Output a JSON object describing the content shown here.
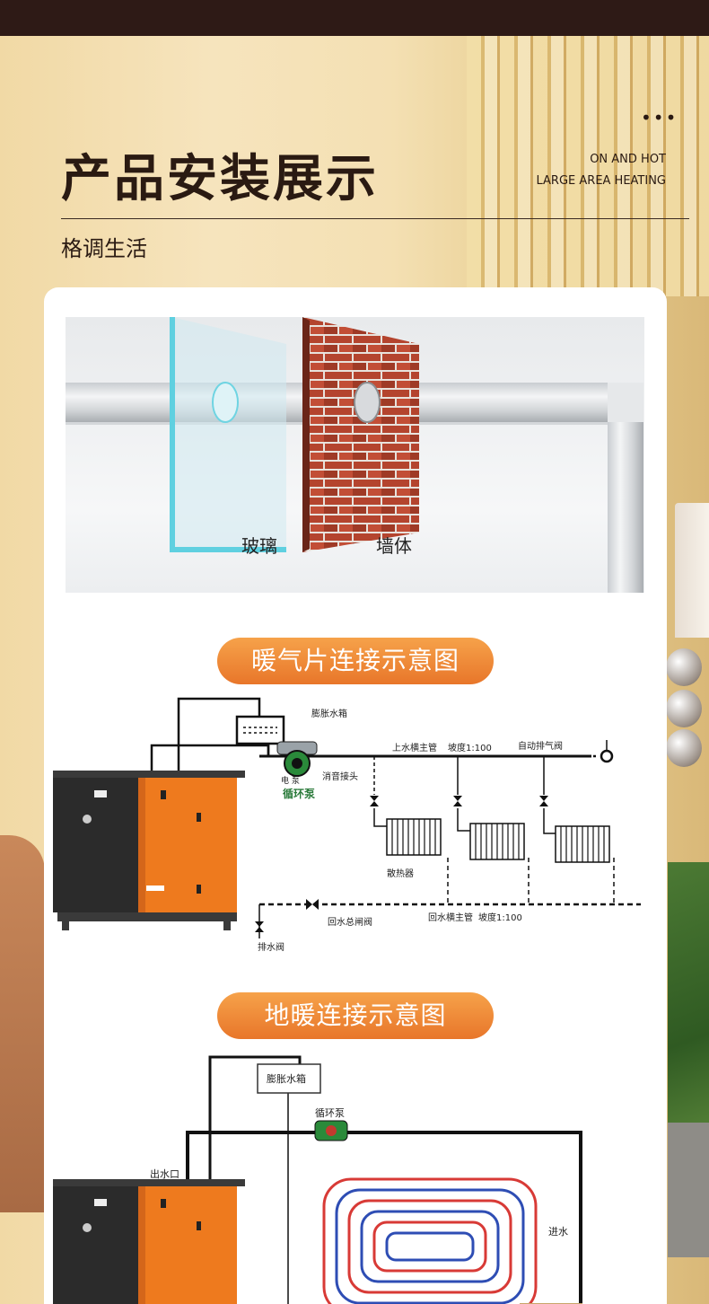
{
  "header": {
    "title": "产品安装展示",
    "dots": "•••",
    "en_line1": "ON AND HOT",
    "en_line2": "LARGE AREA HEATING",
    "subtitle": "格调生活"
  },
  "pipe_scene": {
    "glass_label": "玻璃",
    "wall_label": "墙体"
  },
  "radiator_section": {
    "pill": "暖气片连接示意图",
    "labels": {
      "expansion_tank": "膨胀水箱",
      "supply_main": "上水横主管",
      "slope_top": "坡度1:100",
      "auto_vent": "自动排气阀",
      "pump_small": "电 泵",
      "silencer": "消音接头",
      "pump": "循环泵",
      "radiator": "散热器",
      "return_main": "回水横主管",
      "slope_bottom": "坡度1:100",
      "return_valve": "回水总闸阀",
      "drain_valve": "排水阀"
    }
  },
  "floor_section": {
    "pill": "地暖连接示意图",
    "labels": {
      "expansion_tank": "膨胀水箱",
      "pump": "循环泵",
      "outlet": "出水口",
      "inlet": "进水"
    }
  },
  "colors": {
    "topbar": "#2e1a16",
    "accent_orange": "#f08a36",
    "boiler_orange": "#ee7a1e",
    "boiler_black": "#2b2b2b"
  }
}
